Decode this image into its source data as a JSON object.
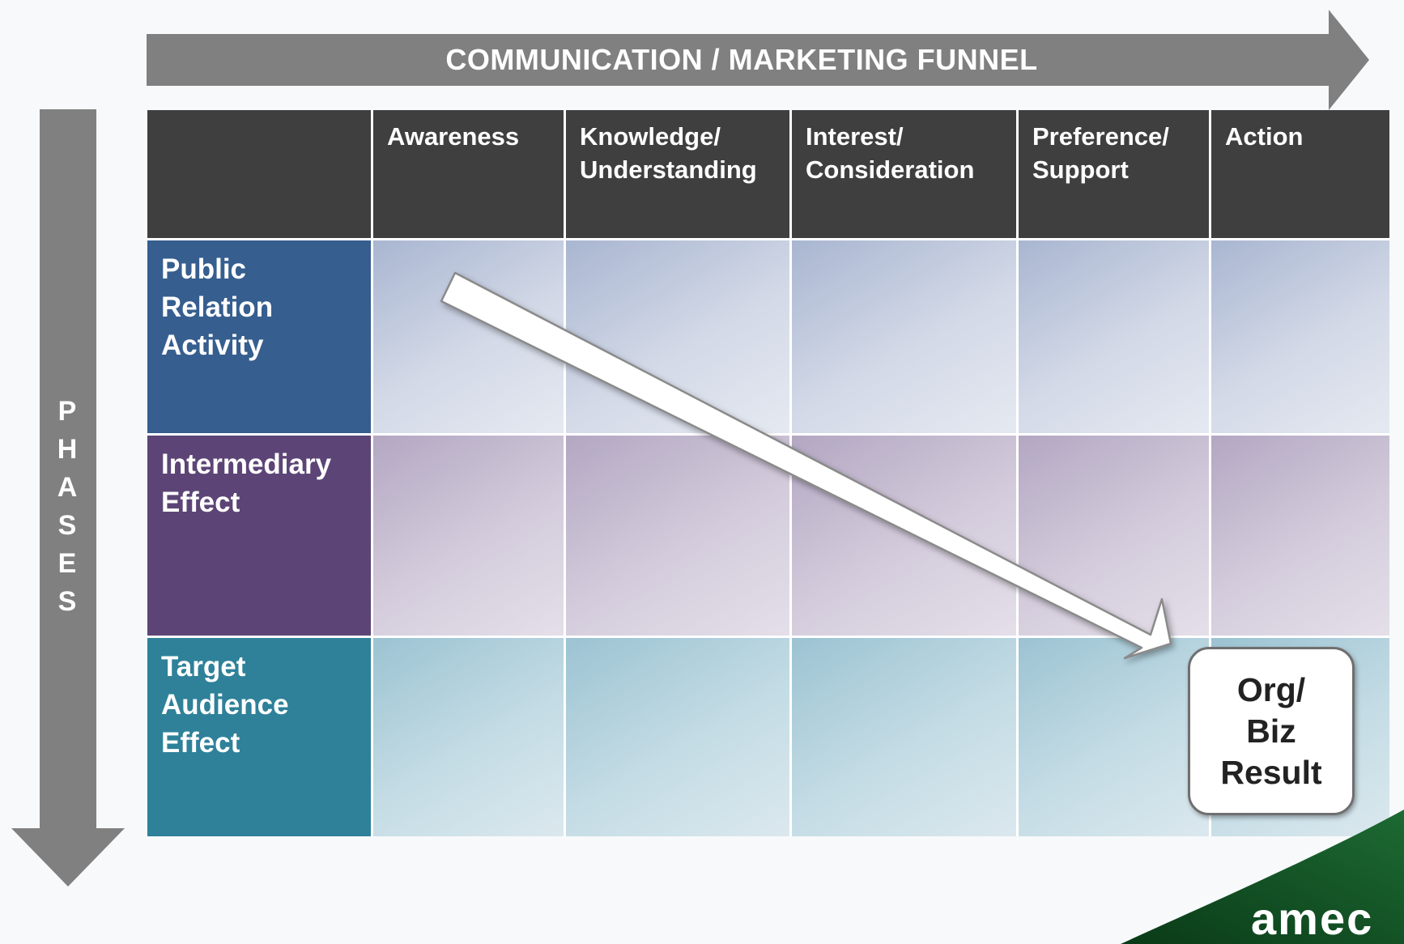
{
  "funnel_arrow": {
    "label": "COMMUNICATION / MARKETING FUNNEL"
  },
  "phases_arrow": {
    "letters": [
      "P",
      "H",
      "A",
      "S",
      "E",
      "S"
    ]
  },
  "columns": [
    {
      "label": "Awareness"
    },
    {
      "label": "Knowledge/\nUnderstanding"
    },
    {
      "label": "Interest/\nConsideration"
    },
    {
      "label": "Preference/\nSupport"
    },
    {
      "label": "Action"
    }
  ],
  "rows": [
    {
      "label": "Public\nRelation\nActivity",
      "color": "#365e8f"
    },
    {
      "label": "Intermediary\nEffect",
      "color": "#5c4576"
    },
    {
      "label": "Target\nAudience\nEffect",
      "color": "#2e8199"
    }
  ],
  "result": {
    "label": "Org/\nBiz\nResult"
  },
  "brand": {
    "logo_text": "amec"
  },
  "colors": {
    "header_bg": "#3f3f3f",
    "arrow_gray": "#808080",
    "brand_green": "#0f4a20"
  }
}
